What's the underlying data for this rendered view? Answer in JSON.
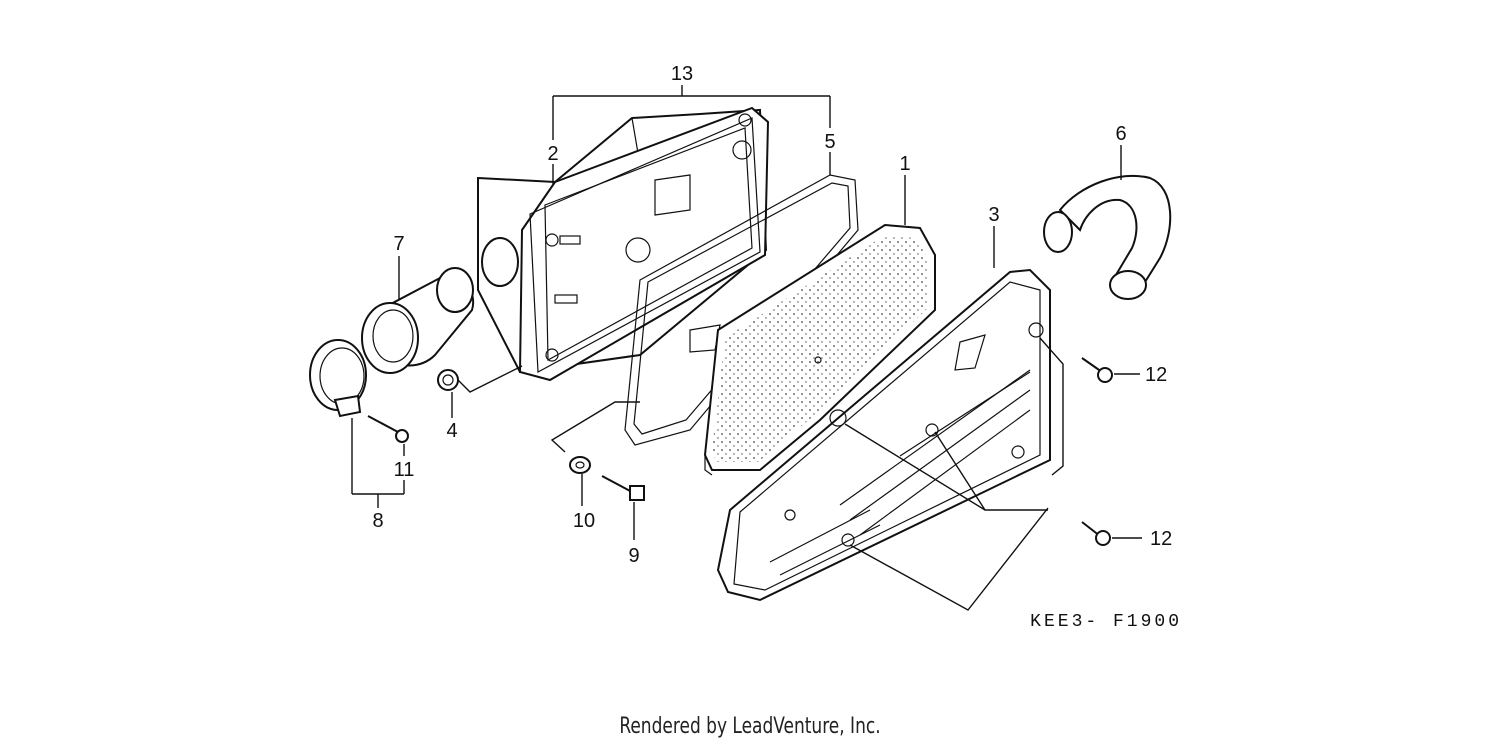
{
  "diagram": {
    "code": "KEE3- F1900",
    "callouts": {
      "c1": "1",
      "c2": "2",
      "c3": "3",
      "c4": "4",
      "c5": "5",
      "c6": "6",
      "c7": "7",
      "c8": "8",
      "c9": "9",
      "c10": "10",
      "c11": "11",
      "c12a": "12",
      "c12b": "12",
      "c13": "13"
    }
  },
  "footer": {
    "text": "Rendered by LeadVenture, Inc."
  }
}
